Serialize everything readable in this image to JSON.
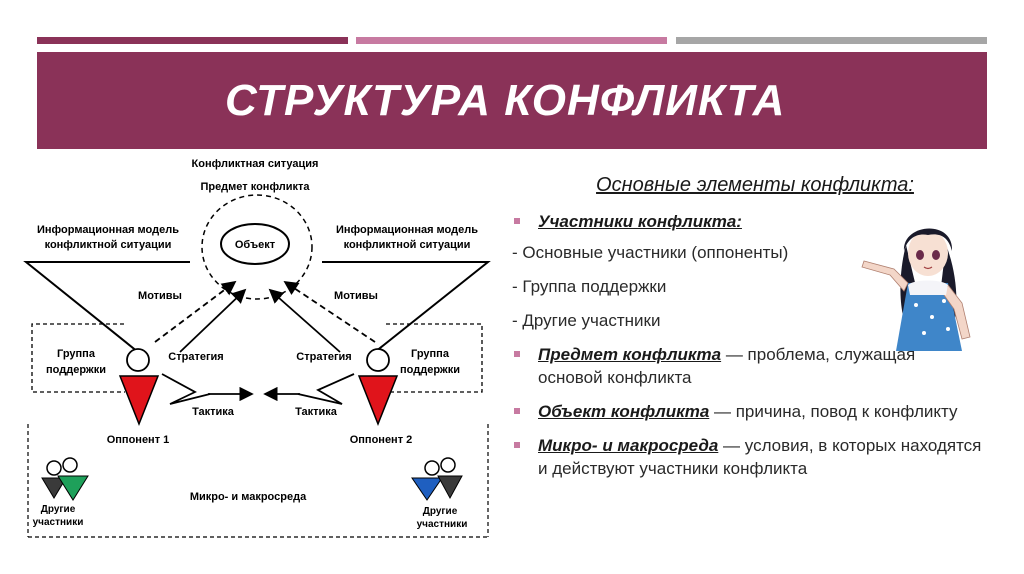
{
  "header": {
    "title": "СТРУКТУРА КОНФЛИКТА",
    "colors": {
      "accent": "#8a3258",
      "accent_light": "#c77aa1",
      "grey": "#a6a6a6"
    }
  },
  "diagram": {
    "conflict_situation": "Конфликтная ситуация",
    "subject": "Предмет конфликта",
    "object": "Объект",
    "info_model_left_1": "Информационная модель",
    "info_model_left_2": "конфликтной ситуации",
    "info_model_right_1": "Информационная модель",
    "info_model_right_2": "конфликтной ситуации",
    "motives_left": "Мотивы",
    "motives_right": "Мотивы",
    "support_left_1": "Группа",
    "support_left_2": "поддержки",
    "support_right_1": "Группа",
    "support_right_2": "поддержки",
    "strategy_left": "Стратегия",
    "strategy_right": "Стратегия",
    "tactics_left": "Тактика",
    "tactics_right": "Тактика",
    "opponent1": "Оппонент 1",
    "opponent2": "Оппонент 2",
    "environment": "Микро- и макросреда",
    "others_left_1": "Другие",
    "others_left_2": "участники",
    "others_right_1": "Другие",
    "others_right_2": "участники"
  },
  "content": {
    "heading": "Основные элементы конфликта:",
    "participants": "Участники конфликта:",
    "line1": "- Основные участники (оппоненты)",
    "line2": "- Группа поддержки",
    "line3": "- Другие участники",
    "subject_term": "Предмет конфликта",
    "subject_desc": " — проблема, служащая основой конфликта",
    "object_term": "Объект конфликта",
    "object_desc": " — причина, повод к конфликту",
    "env_term": "Микро- и макросреда",
    "env_desc": " — условия, в которых находятся и действуют участники конфликта"
  }
}
